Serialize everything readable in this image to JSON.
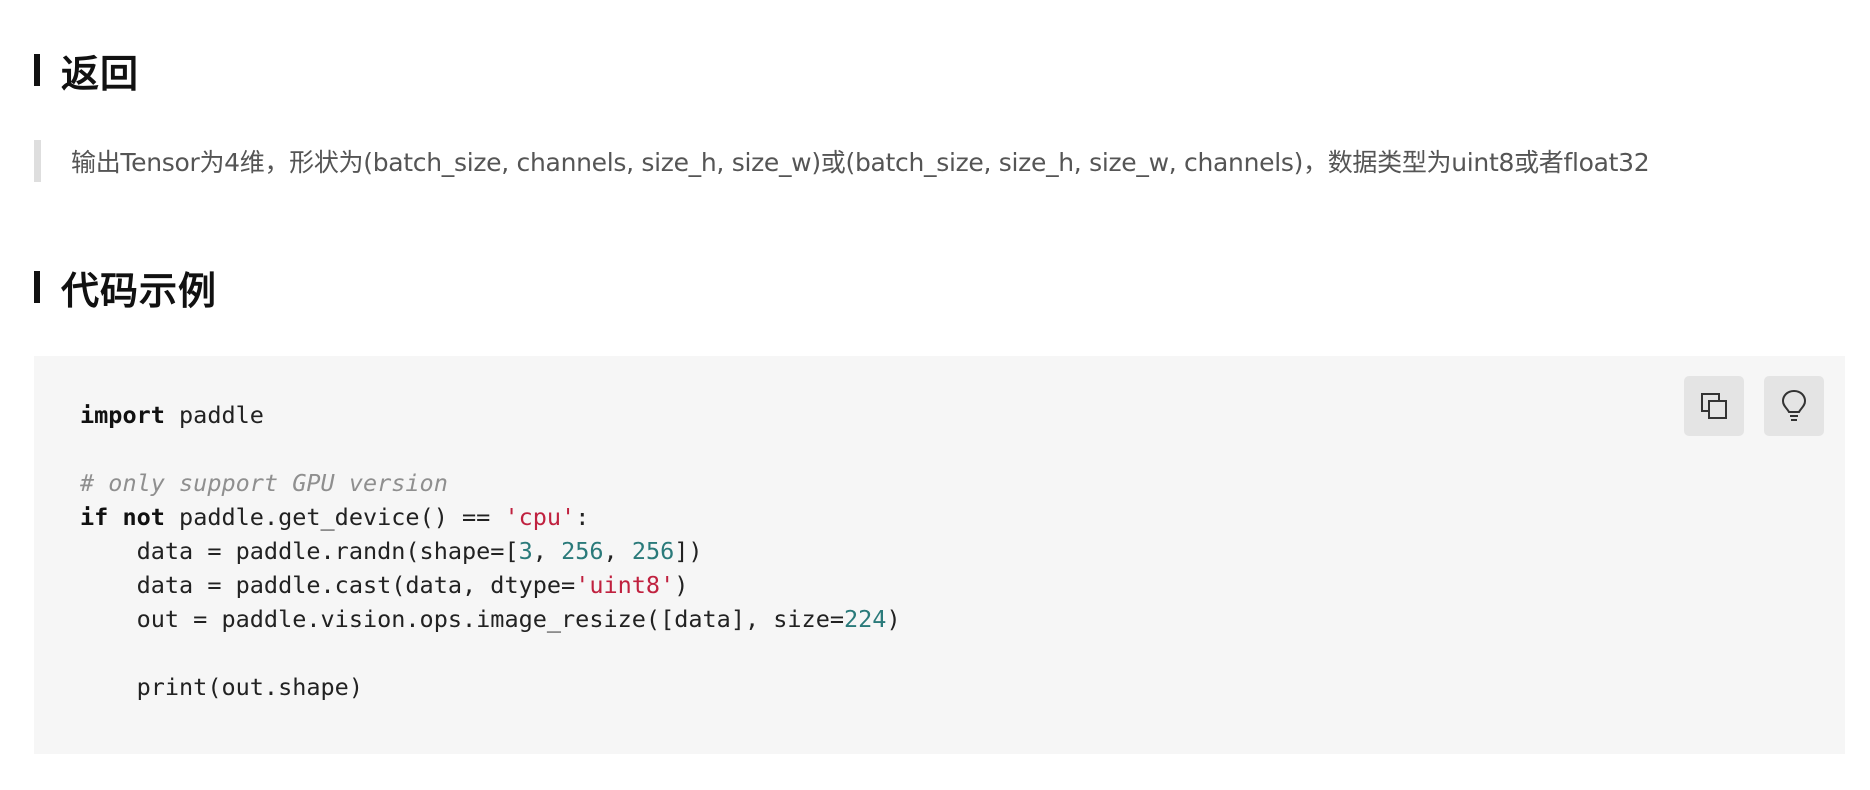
{
  "sections": {
    "return": {
      "title": "返回",
      "description": "输出Tensor为4维，形状为(batch_size, channels, size_h, size_w)或(batch_size, size_h, size_w, channels)，数据类型为uint8或者float32"
    },
    "example": {
      "title": "代码示例"
    }
  },
  "code": {
    "line1": {
      "kw": "import",
      "rest": " paddle"
    },
    "line3": {
      "comment": "# only support GPU version"
    },
    "line4": {
      "kw1": "if",
      "sp1": " ",
      "kw2": "not",
      "rest": " paddle.get_device() == ",
      "str": "'cpu'",
      "end": ":"
    },
    "line5": {
      "a": "    data = paddle.randn(shape=[",
      "n1": "3",
      "b": ", ",
      "n2": "256",
      "c": ", ",
      "n3": "256",
      "d": "])"
    },
    "line6": {
      "a": "    data = paddle.cast(data, dtype=",
      "str": "'uint8'",
      "b": ")"
    },
    "line7": {
      "a": "    out = paddle.vision.ops.image_resize([data], size=",
      "n1": "224",
      "b": ")"
    },
    "line9": {
      "a": "    print(out.shape)"
    }
  },
  "toolbar": {
    "copy_icon": "copy-icon",
    "lightbulb_icon": "lightbulb-icon"
  }
}
